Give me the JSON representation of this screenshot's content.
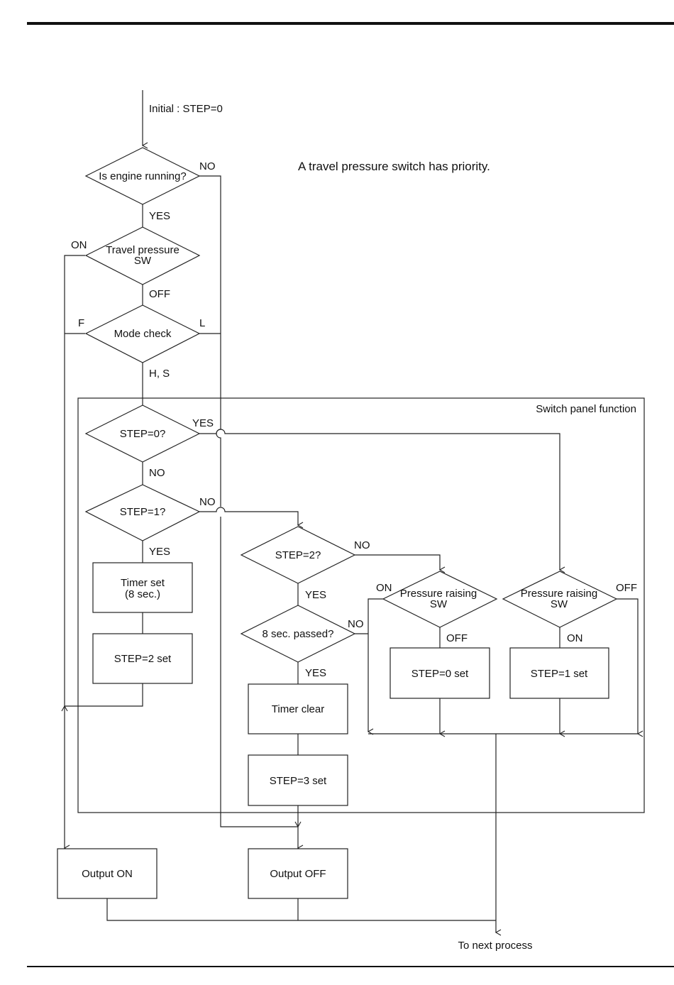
{
  "note": "A travel pressure switch has priority.",
  "region_label": "Switch panel function",
  "start_label": "Initial : STEP=0",
  "end_label": "To next process",
  "nodes": {
    "engine": "Is engine running?",
    "travel": [
      "Travel pressure",
      "SW"
    ],
    "mode": "Mode check",
    "step0": "STEP=0?",
    "step1": "STEP=1?",
    "step2": "STEP=2?",
    "passed": "8 sec. passed?",
    "timer_set": [
      "Timer set",
      "(8 sec.)"
    ],
    "step2_set": "STEP=2 set",
    "timer_clear": "Timer clear",
    "step3_set": "STEP=3 set",
    "pr_left": [
      "Pressure raising",
      "SW"
    ],
    "pr_right": [
      "Pressure raising",
      "SW"
    ],
    "step0_set": "STEP=0 set",
    "step1_set": "STEP=1 set",
    "out_on": "Output ON",
    "out_off": "Output OFF"
  },
  "labels": {
    "engine_no": "NO",
    "engine_yes": "YES",
    "travel_on": "ON",
    "travel_off": "OFF",
    "mode_f": "F",
    "mode_l": "L",
    "mode_hs": "H, S",
    "step0_yes": "YES",
    "step0_no": "NO",
    "step1_no": "NO",
    "step1_yes": "YES",
    "step2_no": "NO",
    "step2_yes": "YES",
    "passed_no": "NO",
    "passed_yes": "YES",
    "prl_on": "ON",
    "prl_off": "OFF",
    "prr_off": "OFF",
    "prr_on": "ON"
  }
}
